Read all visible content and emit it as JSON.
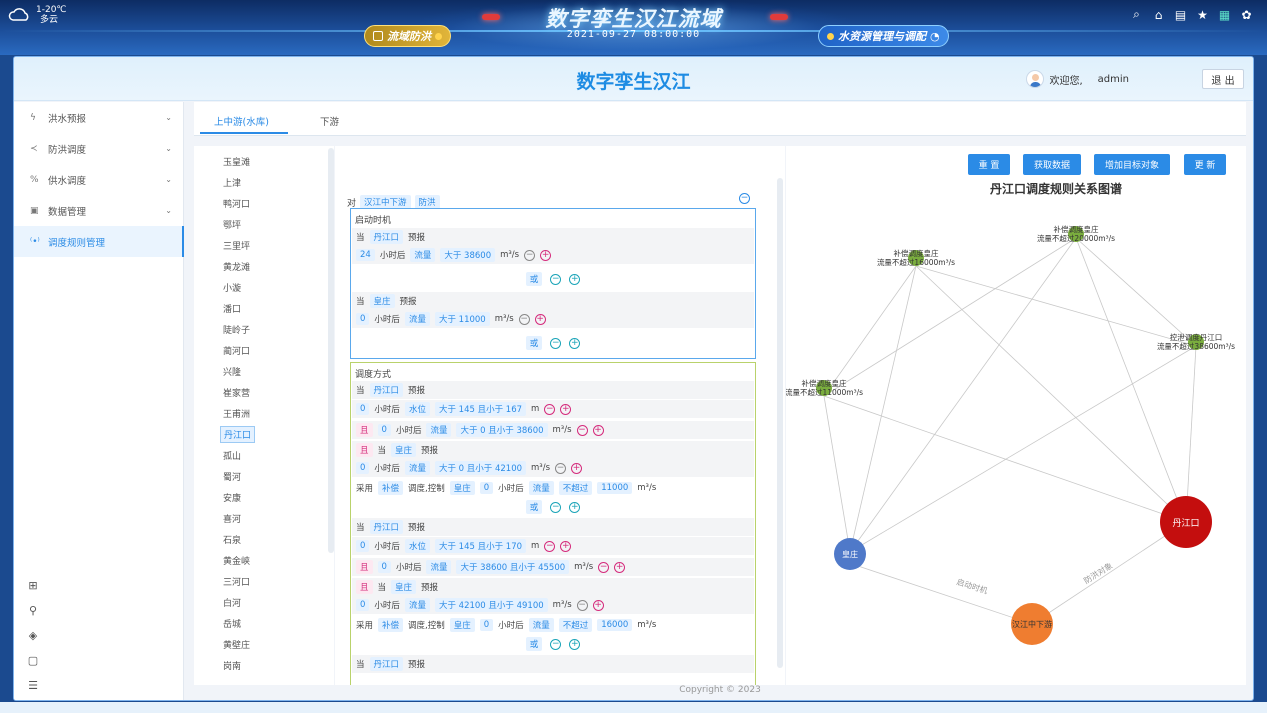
{
  "top": {
    "weather_temp": "1-20℃",
    "weather_desc": "多云",
    "title": "数字孪生汉江流域",
    "datetime": "2021-09-27 08:00:00",
    "nav_left": "流域防洪",
    "nav_right": "水资源管理与调配"
  },
  "app": {
    "title": "数字孪生汉江",
    "welcome": "欢迎您,",
    "username": "admin",
    "logout": "退 出",
    "footer": "Copyright © 2023"
  },
  "sidebar": {
    "items": [
      {
        "label": "洪水预报",
        "icon": "lightning-icon",
        "glyph": "ϟ"
      },
      {
        "label": "防洪调度",
        "icon": "share-icon",
        "glyph": "≺"
      },
      {
        "label": "供水调度",
        "icon": "percent-icon",
        "glyph": "%"
      },
      {
        "label": "数据管理",
        "icon": "database-icon",
        "glyph": "▣"
      },
      {
        "label": "调度规则管理",
        "icon": "signal-icon",
        "glyph": "⁽•⁾"
      }
    ]
  },
  "tabs": [
    "上中游(水库)",
    "下游"
  ],
  "stations": [
    "玉皇滩",
    "上津",
    "鸭河口",
    "鄂坪",
    "三里坪",
    "黄龙滩",
    "小漩",
    "潘口",
    "陡岭子",
    "蔺河口",
    "兴隆",
    "崔家营",
    "王甫洲",
    "丹江口",
    "孤山",
    "蜀河",
    "安康",
    "喜河",
    "石泉",
    "黄金峡",
    "三河口",
    "白河",
    "岳城",
    "黄壁庄",
    "岗南"
  ],
  "rules": {
    "head": {
      "dui": "对",
      "target": "汉江中下游",
      "type": "防洪"
    },
    "start": {
      "title": "启动时机",
      "c1": {
        "dang": "当",
        "station": "丹江口",
        "kind": "预报",
        "hours": "24",
        "after": "小时后",
        "metric": "流量",
        "cond": "大于 38600",
        "unit": "m³/s"
      },
      "c2": {
        "dang": "当",
        "station": "皇庄",
        "kind": "预报",
        "hours": "0",
        "after": "小时后",
        "metric": "流量",
        "cond": "大于 11000",
        "unit": "m³/s"
      },
      "or": "或"
    },
    "method": {
      "title": "调度方式",
      "a": {
        "dang": "当",
        "station": "丹江口",
        "kind": "预报",
        "hours": "0",
        "after": "小时后",
        "metric": "水位",
        "cond": "大于 145 且小于 167",
        "unit": "m"
      },
      "b": {
        "qie": "且",
        "hours": "0",
        "after": "小时后",
        "metric": "流量",
        "cond": "大于 0 且小于 38600",
        "unit": "m³/s"
      },
      "c": {
        "qie": "且",
        "dang": "当",
        "station": "皇庄",
        "kind": "预报"
      },
      "d": {
        "hours": "0",
        "after": "小时后",
        "metric": "流量",
        "cond": "大于 0 且小于 42100",
        "unit": "m³/s"
      },
      "e": {
        "use": "采用",
        "mode": "补偿",
        "text": "调度,控制",
        "station": "皇庄",
        "hours": "0",
        "after": "小时后",
        "metric": "流量",
        "op": "不超过",
        "value": "11000",
        "unit": "m³/s"
      },
      "f": {
        "dang": "当",
        "station": "丹江口",
        "kind": "预报",
        "hours": "0",
        "after": "小时后",
        "metric": "水位",
        "cond": "大于 145 且小于 170",
        "unit": "m"
      },
      "g": {
        "qie": "且",
        "hours": "0",
        "after": "小时后",
        "metric": "流量",
        "cond": "大于 38600 且小于 45500",
        "unit": "m³/s"
      },
      "h": {
        "qie": "且",
        "dang": "当",
        "station": "皇庄",
        "kind": "预报"
      },
      "i": {
        "hours": "0",
        "after": "小时后",
        "metric": "流量",
        "cond": "大于 42100 且小于 49100",
        "unit": "m³/s"
      },
      "j": {
        "use": "采用",
        "mode": "补偿",
        "text": "调度,控制",
        "station": "皇庄",
        "hours": "0",
        "after": "小时后",
        "metric": "流量",
        "op": "不超过",
        "value": "16000",
        "unit": "m³/s"
      },
      "k": {
        "dang": "当",
        "station": "丹江口",
        "kind": "预报"
      },
      "or": "或"
    }
  },
  "graph": {
    "buttons": [
      "重 置",
      "获取数据",
      "增加目标对象",
      "更 新"
    ],
    "title": "丹江口调度规则关系图谱",
    "nodes": [
      {
        "label": "丹江口",
        "color": "#c40e0e"
      },
      {
        "label": "皇庄",
        "color": "#4f79c9"
      },
      {
        "label": "汉江中下游",
        "color": "#ef7d30"
      },
      {
        "label": "补偿调度皇庄",
        "sub": "流量不超过16000m³/s",
        "color": "#7aad3e"
      },
      {
        "label": "补偿调度皇庄",
        "sub": "流量不超过20000m³/s",
        "color": "#7aad3e"
      },
      {
        "label": "补偿调度皇庄",
        "sub": "流量不超过11000m³/s",
        "color": "#7aad3e"
      },
      {
        "label": "控泄调度丹江口",
        "sub": "流量不超过38600m³/s",
        "color": "#7aad3e"
      }
    ],
    "edges": [
      "启动时机",
      "防洪对象"
    ]
  }
}
